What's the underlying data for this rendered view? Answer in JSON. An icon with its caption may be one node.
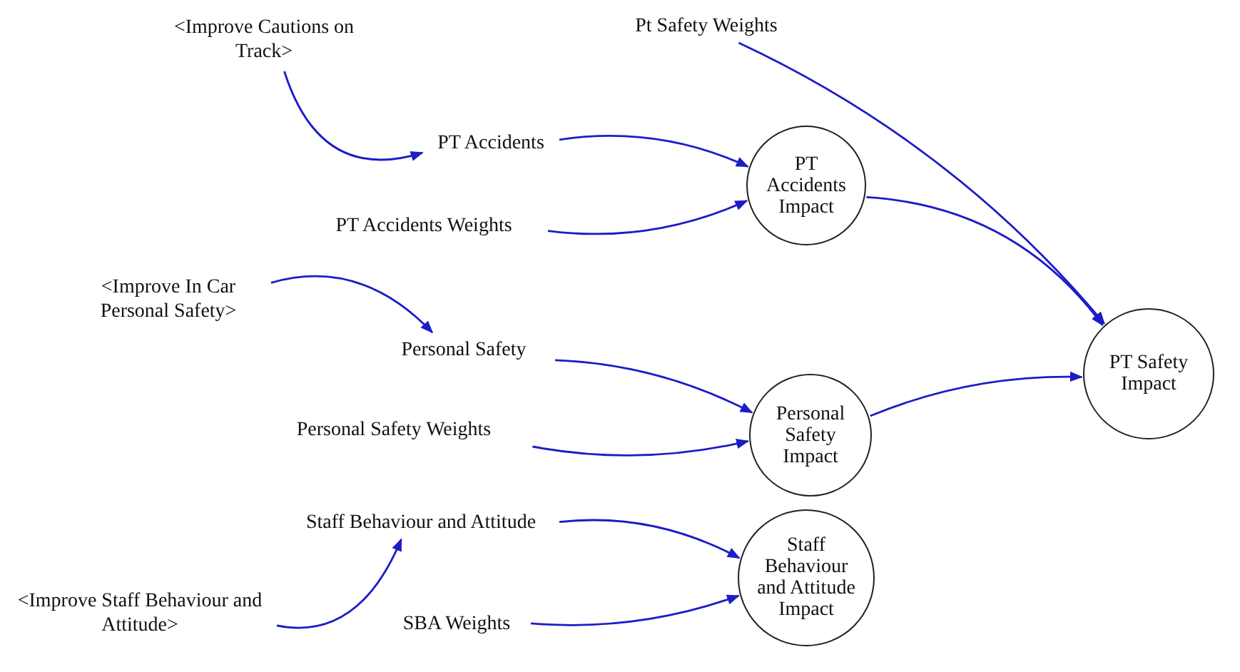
{
  "diagram": {
    "nodes": [
      {
        "text": [
          "<Improve Cautions on Track>"
        ]
      },
      {
        "text": [
          "Pt Safety Weights"
        ]
      },
      {
        "text": [
          "PT Accidents"
        ]
      },
      {
        "text": [
          "PT Accidents Weights"
        ]
      },
      {
        "text": [
          "PT Accidents Impact"
        ]
      },
      {
        "text": [
          "<Improve In Car Personal Safety>"
        ]
      },
      {
        "text": [
          "Personal Safety"
        ]
      },
      {
        "text": [
          "PT Safety Impact"
        ]
      },
      {
        "text": [
          "Personal Safety Impact"
        ]
      },
      {
        "text": [
          "Personal Safety Weights"
        ]
      },
      {
        "text": [
          "Staff Behaviour and Attitude"
        ]
      },
      {
        "text": [
          "Staff Behaviour and Attitude Impact"
        ]
      },
      {
        "text": [
          "<Improve Staff Behaviour and Attitude>"
        ]
      },
      {
        "text": [
          "SBA Weights"
        ]
      }
    ],
    "edges": [
      {
        "from": 0,
        "to": 2,
        "arrow": "to"
      },
      {
        "from": 1,
        "to": 7,
        "arrow": "to"
      },
      {
        "from": 2,
        "to": 4,
        "arrow": "to"
      },
      {
        "from": 3,
        "to": 4,
        "arrow": "to"
      },
      {
        "from": 4,
        "to": 7,
        "arrow": "to"
      },
      {
        "from": 5,
        "to": 6,
        "arrow": "to"
      },
      {
        "from": 6,
        "to": 8,
        "arrow": "to"
      },
      {
        "from": 9,
        "to": 8,
        "arrow": "to"
      },
      {
        "from": 8,
        "to": 7,
        "arrow": "to"
      },
      {
        "from": 12,
        "to": 10,
        "arrow": "to"
      },
      {
        "from": 10,
        "to": 11,
        "arrow": "to"
      },
      {
        "from": 13,
        "to": 11,
        "arrow": "to"
      }
    ]
  }
}
